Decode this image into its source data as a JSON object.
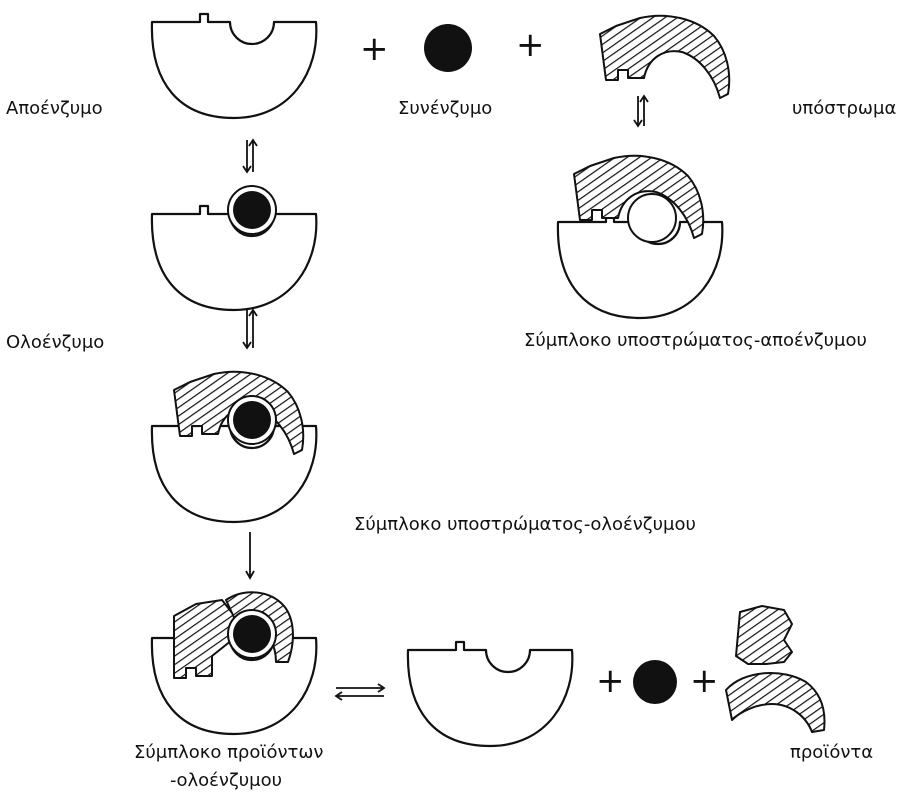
{
  "labels": {
    "apoenzyme": "Αποένζυμο",
    "coenzyme": "Συνένζυμο",
    "substrate": "υπόστρωμα",
    "holoenzyme": "Ολοένζυμο",
    "substrate_apoenzyme_complex": "Σύμπλοκο υποστρώματος-αποένζυμου",
    "substrate_holoenzyme_complex": "Σύμπλοκο υποστρώματος-ολοένζυμου",
    "product_holoenzyme_complex_line1": "Σύμπλοκο προϊόντων",
    "product_holoenzyme_complex_line2": "-ολοένζυμου",
    "products": "προϊόντα"
  },
  "symbols": {
    "plus": "+"
  },
  "colors": {
    "ink": "#111111",
    "background": "#ffffff"
  }
}
